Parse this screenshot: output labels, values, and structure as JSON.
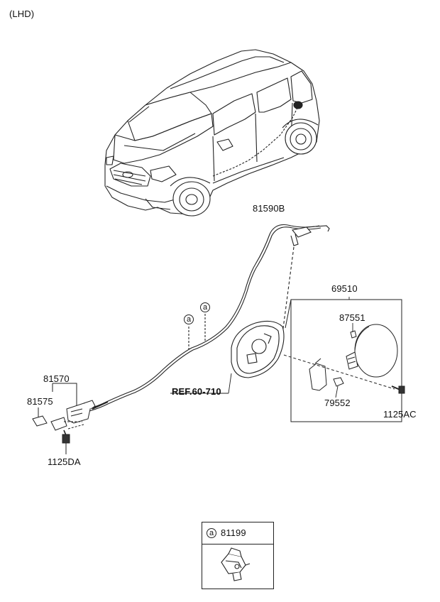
{
  "header": {
    "variant": "(LHD)"
  },
  "callouts": {
    "cable": "81590B",
    "fuel_door_assy": "69510",
    "spring": "87551",
    "housing": "79552",
    "door_screw": "1125AC",
    "reference": "REF.60-710",
    "latch_assy": "81570",
    "latch_part": "81575",
    "latch_bolt": "1125DA"
  },
  "markers": {
    "a1": "a",
    "a2": "a"
  },
  "legend": {
    "marker": "a",
    "part_no": "81199"
  },
  "icons": {
    "car": "vehicle-icon",
    "legend_part": "clip-icon"
  }
}
